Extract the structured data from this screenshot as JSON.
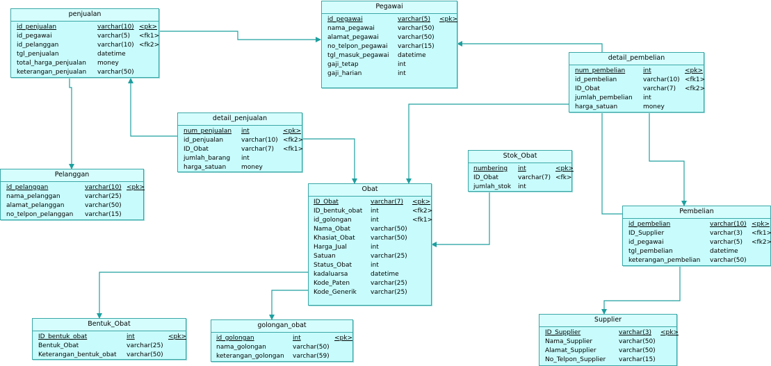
{
  "entities": {
    "penjualan": {
      "title": "penjualan",
      "rows": [
        {
          "name": "id_penjualan",
          "type": "varchar(10)",
          "key": "<pk>"
        },
        {
          "name": "id_pegawai",
          "type": "varchar(5)",
          "key": "<fk1>"
        },
        {
          "name": "id_pelanggan",
          "type": "varchar(10)",
          "key": "<fk2>"
        },
        {
          "name": "tgl_penjualan",
          "type": "datetime",
          "key": ""
        },
        {
          "name": "total_harga_penjualan",
          "type": "money",
          "key": ""
        },
        {
          "name": "keterangan_penjualan",
          "type": "varchar(50)",
          "key": ""
        }
      ]
    },
    "pegawai": {
      "title": "Pegawai",
      "rows": [
        {
          "name": "id_pegawai",
          "type": "varchar(5)",
          "key": "<pk>"
        },
        {
          "name": "nama_pegawai",
          "type": "varchar(50)",
          "key": ""
        },
        {
          "name": "alamat_pegawai",
          "type": "varchar(50)",
          "key": ""
        },
        {
          "name": "no_telpon_pegawai",
          "type": "varchar(15)",
          "key": ""
        },
        {
          "name": "tgl_masuk_pegawai",
          "type": "datetime",
          "key": ""
        },
        {
          "name": "gaji_tetap",
          "type": "int",
          "key": ""
        },
        {
          "name": "gaji_harian",
          "type": "int",
          "key": ""
        }
      ]
    },
    "detail_pembelian": {
      "title": "detail_pembelian",
      "rows": [
        {
          "name": "num_pembelian",
          "type": "int",
          "key": "<pk>"
        },
        {
          "name": "id_pembelian",
          "type": "varchar(10)",
          "key": "<fk1>"
        },
        {
          "name": "ID_Obat",
          "type": "varchar(7)",
          "key": "<fk2>"
        },
        {
          "name": "jumlah_pembelian",
          "type": "int",
          "key": ""
        },
        {
          "name": "harga_satuan",
          "type": "money",
          "key": ""
        }
      ]
    },
    "detail_penjualan": {
      "title": "detail_penjualan",
      "rows": [
        {
          "name": "num_penjualan",
          "type": "int",
          "key": "<pk>"
        },
        {
          "name": "id_penjualan",
          "type": "varchar(10)",
          "key": "<fk2>"
        },
        {
          "name": "ID_Obat",
          "type": "varchar(7)",
          "key": "<fk1>"
        },
        {
          "name": "jumlah_barang",
          "type": "int",
          "key": ""
        },
        {
          "name": "harga_satuan",
          "type": "money",
          "key": ""
        }
      ]
    },
    "pelanggan": {
      "title": "Pelanggan",
      "rows": [
        {
          "name": "id_pelanggan",
          "type": "varchar(10)",
          "key": "<pk>"
        },
        {
          "name": "nama_pelanggan",
          "type": "varchar(25)",
          "key": ""
        },
        {
          "name": "alamat_pelanggan",
          "type": "varchar(50)",
          "key": ""
        },
        {
          "name": "no_telpon_pelanggan",
          "type": "varchar(15)",
          "key": ""
        }
      ]
    },
    "stok_obat": {
      "title": "Stok_Obat",
      "rows": [
        {
          "name": "numbering",
          "type": "int",
          "key": "<pk>"
        },
        {
          "name": "ID_Obat",
          "type": "varchar(7)",
          "key": "<fk>"
        },
        {
          "name": "jumlah_stok",
          "type": "int",
          "key": ""
        }
      ]
    },
    "obat": {
      "title": "Obat",
      "rows": [
        {
          "name": "ID_Obat",
          "type": "varchar(7)",
          "key": "<pk>"
        },
        {
          "name": "ID_bentuk_obat",
          "type": "int",
          "key": "<fk2>"
        },
        {
          "name": "id_golongan",
          "type": "int",
          "key": "<fk1>"
        },
        {
          "name": "Nama_Obat",
          "type": "varchar(50)",
          "key": ""
        },
        {
          "name": "Khasiat_Obat",
          "type": "varchar(50)",
          "key": ""
        },
        {
          "name": "Harga_Jual",
          "type": "int",
          "key": ""
        },
        {
          "name": "Satuan",
          "type": "varchar(25)",
          "key": ""
        },
        {
          "name": "Status_Obat",
          "type": "int",
          "key": ""
        },
        {
          "name": "kadaluarsa",
          "type": "datetime",
          "key": ""
        },
        {
          "name": "Kode_Paten",
          "type": "varchar(25)",
          "key": ""
        },
        {
          "name": "Kode_Generik",
          "type": "varchar(25)",
          "key": ""
        }
      ]
    },
    "pembelian": {
      "title": "Pembelian",
      "rows": [
        {
          "name": "id_pembelian",
          "type": "varchar(10)",
          "key": "<pk>"
        },
        {
          "name": "ID_Supplier",
          "type": "varchar(3)",
          "key": "<fk1>"
        },
        {
          "name": "id_pegawai",
          "type": "varchar(5)",
          "key": "<fk2>"
        },
        {
          "name": "tgl_pembelian",
          "type": "datetime",
          "key": ""
        },
        {
          "name": "keterangan_pembelian",
          "type": "varchar(50)",
          "key": ""
        }
      ]
    },
    "bentuk_obat": {
      "title": "Bentuk_Obat",
      "rows": [
        {
          "name": "ID_bentuk_obat",
          "type": "int",
          "key": "<pk>"
        },
        {
          "name": "Bentuk_Obat",
          "type": "varchar(25)",
          "key": ""
        },
        {
          "name": "Keterangan_bentuk_obat",
          "type": "varchar(50)",
          "key": ""
        }
      ]
    },
    "golongan_obat": {
      "title": "golongan_obat",
      "rows": [
        {
          "name": "id_golongan",
          "type": "int",
          "key": "<pk>"
        },
        {
          "name": "nama_golongan",
          "type": "varchar(50)",
          "key": ""
        },
        {
          "name": "keterangan_golongan",
          "type": "varchar(59)",
          "key": ""
        }
      ]
    },
    "supplier": {
      "title": "Supplier",
      "rows": [
        {
          "name": "ID_Supplier",
          "type": "varchar(3)",
          "key": "<pk>"
        },
        {
          "name": "Nama_Supplier",
          "type": "varchar(50)",
          "key": ""
        },
        {
          "name": "Alamat_Supplier",
          "type": "varchar(50)",
          "key": ""
        },
        {
          "name": "No_Telpon_Supplier",
          "type": "varchar(15)",
          "key": ""
        }
      ]
    }
  },
  "colors": {
    "entity_fill": "#c8fcfc",
    "entity_border": "#3aa6a6",
    "connector": "#1e9f9f"
  }
}
